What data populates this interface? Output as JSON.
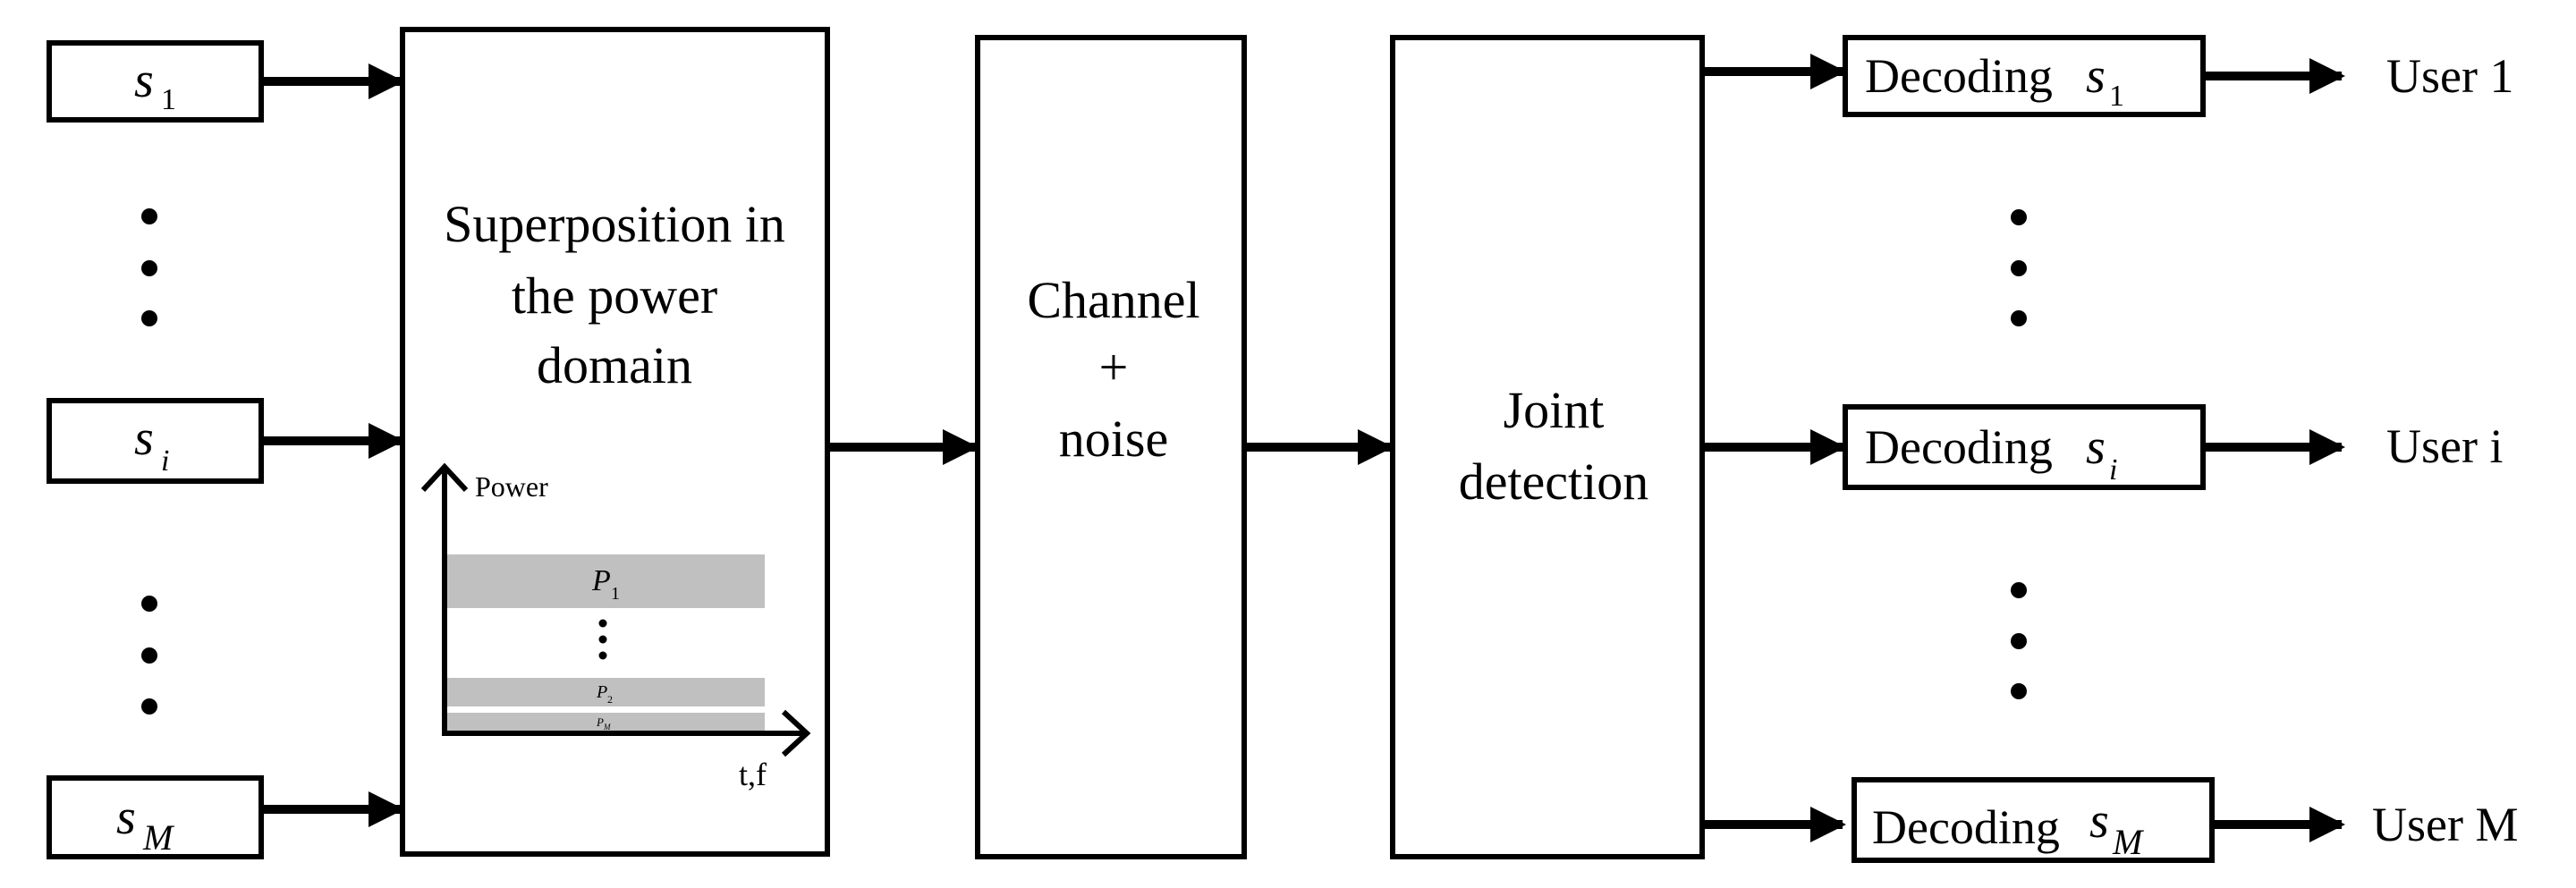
{
  "inputs": [
    {
      "sym": "s",
      "sub": "1"
    },
    {
      "sym": "s",
      "sub": "i"
    },
    {
      "sym": "s",
      "sub": "M"
    }
  ],
  "superposition": {
    "lines": [
      "Superposition in",
      "the power",
      "domain"
    ],
    "axis_y": "Power",
    "axis_x": "t,f",
    "levels": [
      {
        "sym": "P",
        "sub": "1"
      },
      {
        "sym": "P",
        "sub": "2"
      },
      {
        "sym": "P",
        "sub": "M"
      }
    ]
  },
  "channel": {
    "lines": [
      "Channel",
      "+",
      "noise"
    ]
  },
  "detection": {
    "lines": [
      "Joint",
      "detection"
    ]
  },
  "decoders": [
    {
      "label": "Decoding",
      "sym": "s",
      "sub": "1",
      "user": "User 1"
    },
    {
      "label": "Decoding",
      "sym": "s",
      "sub": "i",
      "user": "User i"
    },
    {
      "label": "Decoding",
      "sym": "s",
      "sub": "M",
      "user": "User M"
    }
  ],
  "colors": {
    "stroke": "#000000",
    "level_fill": "#c0c0c0",
    "background": "#ffffff"
  }
}
